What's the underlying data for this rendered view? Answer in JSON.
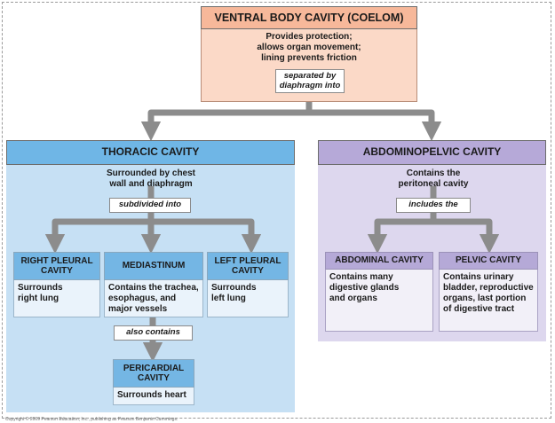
{
  "ventral": {
    "title": "VENTRAL BODY CAVITY (COELOM)",
    "description_lines": [
      "Provides protection;",
      "allows organ movement;",
      "lining prevents friction"
    ],
    "pill_lines": [
      "separated by",
      "diaphragm into"
    ]
  },
  "thoracic": {
    "title": "THORACIC CAVITY",
    "description_lines": [
      "Surrounded by chest",
      "wall and diaphragm"
    ],
    "pill": "subdivided into",
    "right_pleural": {
      "title_lines": [
        "RIGHT PLEURAL",
        "CAVITY"
      ],
      "body_lines": [
        "Surrounds",
        "right lung"
      ]
    },
    "mediastinum": {
      "title": "MEDIASTINUM",
      "body_lines": [
        "Contains the trachea,",
        "esophagus, and",
        "major vessels"
      ]
    },
    "left_pleural": {
      "title_lines": [
        "LEFT PLEURAL",
        "CAVITY"
      ],
      "body_lines": [
        "Surrounds",
        "left lung"
      ]
    },
    "also_pill": "also contains",
    "pericardial": {
      "title_lines": [
        "PERICARDIAL",
        "CAVITY"
      ],
      "body": "Surrounds heart"
    }
  },
  "abdominopelvic": {
    "title": "ABDOMINOPELVIC CAVITY",
    "description_lines": [
      "Contains the",
      "peritoneal cavity"
    ],
    "pill": "includes the",
    "abdominal": {
      "title": "ABDOMINAL CAVITY",
      "body_lines": [
        "Contains many",
        "digestive glands",
        "and organs"
      ]
    },
    "pelvic": {
      "title": "PELVIC CAVITY",
      "body_lines": [
        "Contains urinary",
        "bladder, reproductive",
        "organs, last portion",
        "of digestive tract"
      ]
    }
  },
  "copyright": "Copyright © 2009 Pearson Education, Inc., publishing as Pearson Benjamin Cummings.",
  "colors": {
    "ventral_header": "#f7b89a",
    "ventral_body": "#fbd9c7",
    "thoracic_header": "#6fb6e6",
    "thoracic_panel": "#c6e0f4",
    "abdominopelvic_header": "#b6a9d8",
    "abdominopelvic_panel": "#ddd7ee",
    "connector": "#8c8c8c"
  }
}
